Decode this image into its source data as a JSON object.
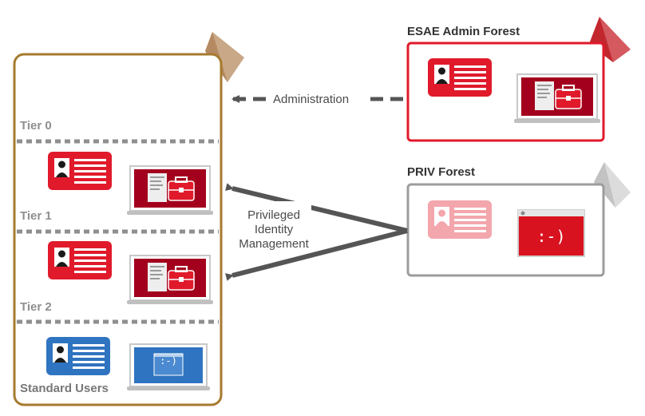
{
  "colors": {
    "red": "#e01a2b",
    "dark_red": "#a3001d",
    "pink": "#f3a6ac",
    "blue": "#2f74c0",
    "gold_border": "#a67a2f",
    "gray_border": "#9c9c9c",
    "arrow": "#555555"
  },
  "left_panel": {
    "tiers": [
      {
        "label": "Tier 0"
      },
      {
        "label": "Tier 1"
      },
      {
        "label": "Tier 2"
      },
      {
        "label": "Standard Users"
      }
    ]
  },
  "esae_forest": {
    "title": "ESAE Admin Forest"
  },
  "priv_forest": {
    "title": "PRIV Forest",
    "screen_text": ":-)"
  },
  "standard_users": {
    "screen_text": ":-)"
  },
  "edges": {
    "administration": "Administration",
    "pim_line1": "Privileged",
    "pim_line2": "Identity",
    "pim_line3": "Management"
  },
  "icons": [
    "id-card-icon",
    "laptop-icon",
    "toolbox-icon",
    "pyramid-icon",
    "browser-window-icon"
  ]
}
